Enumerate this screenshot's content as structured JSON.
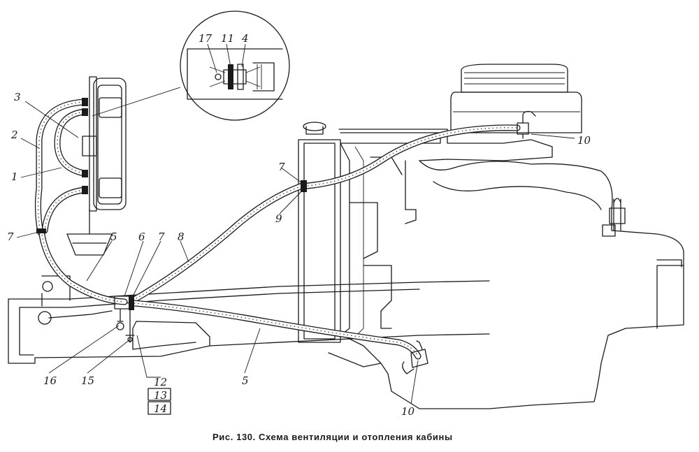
{
  "figure": {
    "caption": "Рис. 130. Схема вентиляции и отопления кабины"
  },
  "callouts": {
    "n17": "17",
    "n11_inset": "11",
    "n4": "4",
    "n3": "3",
    "n2": "2",
    "n1": "1",
    "n7_left": "7",
    "n5_upper": "5",
    "n6": "6",
    "n7_mid": "7",
    "n8": "8",
    "n7_right": "7",
    "n9": "9",
    "n10_top": "10",
    "n16": "16",
    "n15": "15",
    "n12": "12",
    "n13": "13",
    "n14": "14",
    "n5_lower": "5",
    "n10_bottom": "10"
  }
}
